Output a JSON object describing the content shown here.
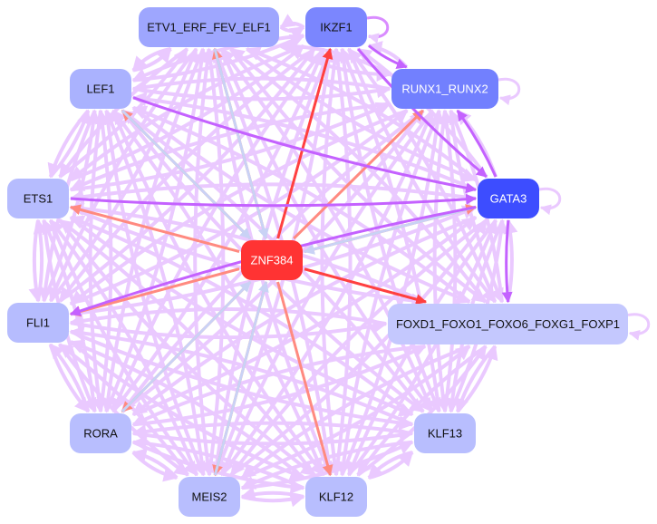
{
  "nodes": [
    {
      "id": "ETV1",
      "label": "ETV1_ERF_FEV_ELF1",
      "color": "#9ea6fe",
      "text": "#111111"
    },
    {
      "id": "IKZF1",
      "label": "IKZF1",
      "color": "#7b86fe",
      "text": "#111111"
    },
    {
      "id": "LEF1",
      "label": "LEF1",
      "color": "#aab2fe",
      "text": "#111111"
    },
    {
      "id": "RUNX1",
      "label": "RUNX1_RUNX2",
      "color": "#7280fe",
      "text": "#ffffff"
    },
    {
      "id": "ETS1",
      "label": "ETS1",
      "color": "#b6bcfe",
      "text": "#111111"
    },
    {
      "id": "GATA3",
      "label": "GATA3",
      "color": "#3d4dff",
      "text": "#ffffff"
    },
    {
      "id": "ZNF384",
      "label": "ZNF384",
      "color": "#ff3333",
      "text": "#ffffff"
    },
    {
      "id": "FLI1",
      "label": "FLI1",
      "color": "#b6bcfe",
      "text": "#111111"
    },
    {
      "id": "FOXD1",
      "label": "FOXD1_FOXO1_FOXO6_FOXG1_FOXP1",
      "color": "#c4c8fe",
      "text": "#111111"
    },
    {
      "id": "RORA",
      "label": "RORA",
      "color": "#b8befe",
      "text": "#111111"
    },
    {
      "id": "KLF13",
      "label": "KLF13",
      "color": "#b8befe",
      "text": "#111111"
    },
    {
      "id": "MEIS2",
      "label": "MEIS2",
      "color": "#b8befe",
      "text": "#111111"
    },
    {
      "id": "KLF12",
      "label": "KLF12",
      "color": "#b8befe",
      "text": "#111111"
    }
  ],
  "edge_colors": {
    "weak": "#eac9ff",
    "strong": "#c462ff",
    "red": "#ff4040",
    "salmon": "#ff8a80",
    "blue": "#c9d2f5"
  },
  "edges": [
    {
      "from": "ZNF384",
      "to": "IKZF1",
      "type": "red"
    },
    {
      "from": "ZNF384",
      "to": "FOXD1",
      "type": "red"
    },
    {
      "from": "ZNF384",
      "to": "LEF1",
      "type": "salmon"
    },
    {
      "from": "ZNF384",
      "to": "RORA",
      "type": "salmon"
    },
    {
      "from": "ZNF384",
      "to": "RUNX1",
      "type": "salmon"
    },
    {
      "from": "ZNF384",
      "to": "KLF12",
      "type": "salmon"
    },
    {
      "from": "ZNF384",
      "to": "MEIS2",
      "type": "salmon"
    },
    {
      "from": "ZNF384",
      "to": "ETS1",
      "type": "salmon"
    },
    {
      "from": "ZNF384",
      "to": "FLI1",
      "type": "salmon"
    },
    {
      "from": "ZNF384",
      "to": "ETV1",
      "type": "salmon"
    },
    {
      "from": "ZNF384",
      "to": "GATA3",
      "type": "salmon"
    },
    {
      "from": "ETV1",
      "to": "ZNF384",
      "type": "blue"
    },
    {
      "from": "GATA3",
      "to": "ZNF384",
      "type": "blue"
    },
    {
      "from": "LEF1",
      "to": "ZNF384",
      "type": "blue"
    },
    {
      "from": "MEIS2",
      "to": "ZNF384",
      "type": "blue"
    },
    {
      "from": "RORA",
      "to": "ZNF384",
      "type": "blue"
    },
    {
      "from": "ETS1",
      "to": "GATA3",
      "type": "strong"
    },
    {
      "from": "IKZF1",
      "to": "GATA3",
      "type": "strong"
    },
    {
      "from": "GATA3",
      "to": "FOXD1",
      "type": "strong"
    },
    {
      "from": "GATA3",
      "to": "FLI1",
      "type": "strong"
    },
    {
      "from": "LEF1",
      "to": "GATA3",
      "type": "strong"
    },
    {
      "from": "GATA3",
      "to": "RUNX1",
      "type": "strong"
    },
    {
      "from": "IKZF1",
      "to": "RUNX1",
      "type": "strong"
    }
  ],
  "self_loops": [
    "IKZF1",
    "RUNX1",
    "GATA3",
    "FOXD1"
  ]
}
